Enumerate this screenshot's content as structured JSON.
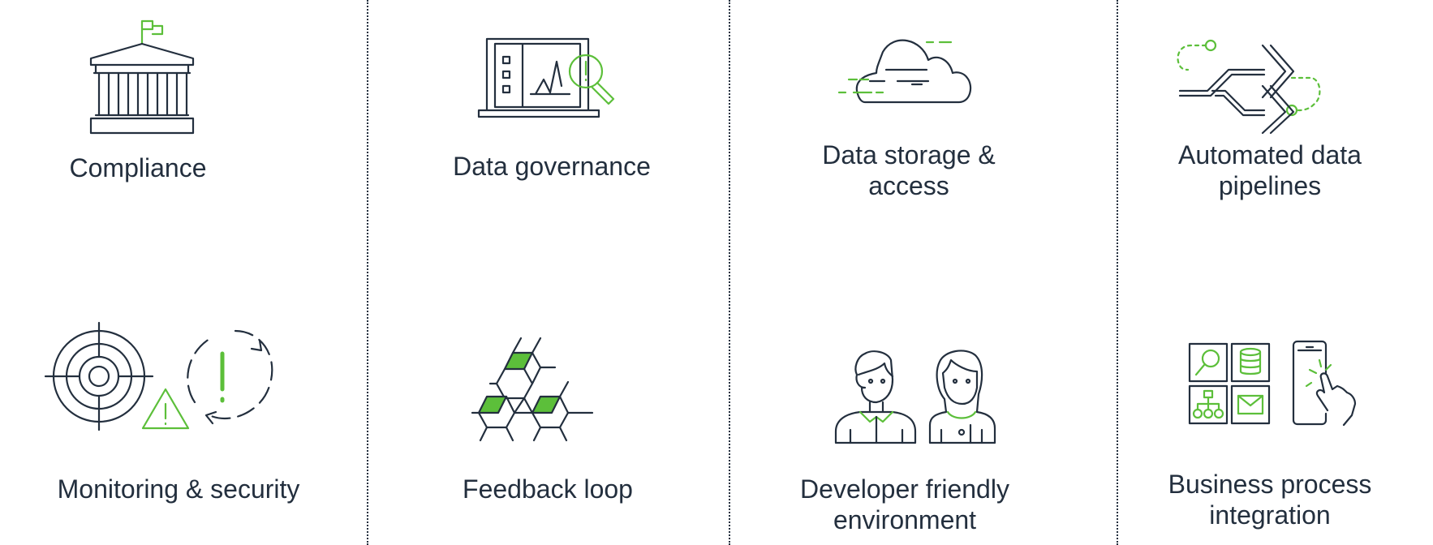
{
  "colors": {
    "text": "#232f3e",
    "accent": "#5cbf3a",
    "background": "#ffffff"
  },
  "items": [
    {
      "label": "Compliance",
      "icon": "government-building-icon"
    },
    {
      "label": "Data governance",
      "icon": "laptop-alert-magnifier-icon"
    },
    {
      "label": "Data storage &\naccess",
      "icon": "cloud-icon"
    },
    {
      "label": "Automated data\npipelines",
      "icon": "branching-arrows-icon"
    },
    {
      "label": "Monitoring & security",
      "icon": "target-warning-icon"
    },
    {
      "label": "Feedback loop",
      "icon": "hexagon-cubes-icon"
    },
    {
      "label": "Developer friendly\nenvironment",
      "icon": "developers-icon"
    },
    {
      "label": "Business process\nintegration",
      "icon": "app-grid-phone-icon"
    }
  ]
}
